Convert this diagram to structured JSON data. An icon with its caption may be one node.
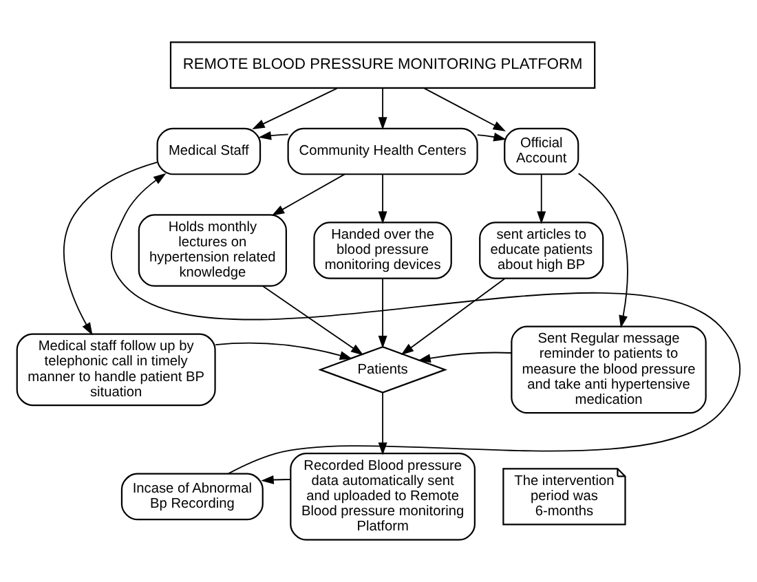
{
  "diagram": {
    "nodes": [
      {
        "text": [
          "REMOTE BLOOD PRESSURE MONITORING PLATFORM"
        ]
      },
      {
        "text": [
          "Medical Staff"
        ]
      },
      {
        "text": [
          "Community Health Centers"
        ]
      },
      {
        "text": [
          "Official Account"
        ]
      },
      {
        "text": [
          "Holds monthly lectures on hypertension related knowledge"
        ]
      },
      {
        "text": [
          "Handed over the blood pressure monitoring devices"
        ]
      },
      {
        "text": [
          "sent articles to educate patients about high BP"
        ]
      },
      {
        "text": [
          "Patients"
        ]
      },
      {
        "text": [
          "Medical staff follow up by telephonic call in timely manner to handle patient BP situation"
        ]
      },
      {
        "text": [
          "Sent Regular message reminder to patients to measure the blood pressure and take anti hypertensive medication"
        ]
      },
      {
        "text": [
          "Recorded Blood pressure data automatically sent and uploaded to Remote Blood pressure monitoring Platform"
        ]
      },
      {
        "text": [
          "Incase of Abnormal Bp Recording"
        ]
      },
      {
        "text": [
          "The intervention period was 6-months"
        ]
      }
    ],
    "edges": [
      {
        "from": 0,
        "to": 1,
        "arrow": "to"
      },
      {
        "from": 0,
        "to": 2,
        "arrow": "to"
      },
      {
        "from": 0,
        "to": 3,
        "arrow": "to"
      },
      {
        "from": 2,
        "to": 1,
        "arrow": "to"
      },
      {
        "from": 2,
        "to": 3,
        "arrow": "to"
      },
      {
        "from": 2,
        "to": 4,
        "arrow": "to"
      },
      {
        "from": 2,
        "to": 5,
        "arrow": "to"
      },
      {
        "from": 3,
        "to": 6,
        "arrow": "to"
      },
      {
        "from": 4,
        "to": 7,
        "arrow": "to"
      },
      {
        "from": 5,
        "to": 7,
        "arrow": "to"
      },
      {
        "from": 6,
        "to": 7,
        "arrow": "to"
      },
      {
        "from": 1,
        "to": 8,
        "arrow": "to"
      },
      {
        "from": 3,
        "to": 9,
        "arrow": "to"
      },
      {
        "from": 8,
        "to": 7,
        "arrow": "to"
      },
      {
        "from": 9,
        "to": 7,
        "arrow": "to"
      },
      {
        "from": 7,
        "to": 10,
        "arrow": "to"
      },
      {
        "from": 10,
        "to": 11,
        "arrow": "to"
      },
      {
        "from": 11,
        "to": 1,
        "arrow": "to"
      }
    ]
  }
}
